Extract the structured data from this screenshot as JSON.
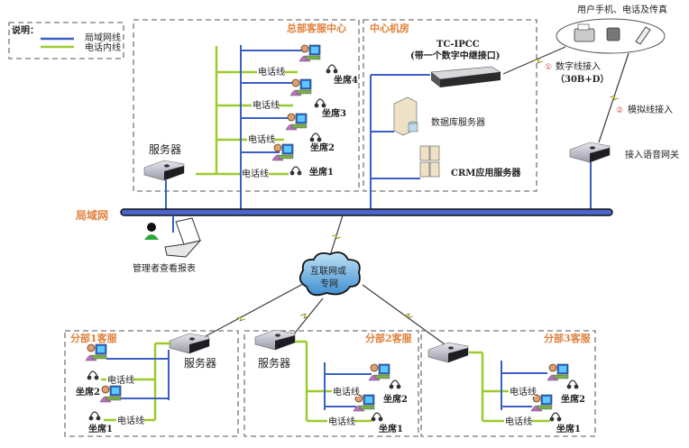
{
  "legend": {
    "title": "说明：",
    "items": [
      {
        "label": "局域网线",
        "color": "#3b5fc4"
      },
      {
        "label": "电话内线",
        "color": "#9ccb2c"
      }
    ]
  },
  "hq": {
    "title": "总部客服中心",
    "server_label": "服务器",
    "phone_line_label": "电话线",
    "seats": [
      "坐席4",
      "坐席3",
      "坐席2",
      "坐席1"
    ]
  },
  "datacenter": {
    "title": "中心机房",
    "ipcc_name": "TC-IPCC",
    "ipcc_desc": "(带一个数字中继接口)",
    "db_server": "数据库服务器",
    "crm_server": "CRM应用服务器"
  },
  "external": {
    "devices_label": "用户手机、电话及传真",
    "digital_num": "①",
    "digital_label": "数字线接入",
    "digital_spec": "（30B+D）",
    "analog_num": "②",
    "analog_label": "模拟线接入",
    "gateway_label": "接入语音网关"
  },
  "lan": {
    "label": "局域网",
    "manager_label": "管理者查看报表"
  },
  "cloud": {
    "line1": "互联网或",
    "line2": "专网"
  },
  "branches": [
    {
      "title": "分部1客服",
      "server_label": "服务器",
      "phone_line_label": "电话线",
      "seats": [
        "坐席2",
        "坐席1"
      ]
    },
    {
      "title": "分部2客服",
      "server_label": "服务器",
      "phone_line_label": "电话线",
      "seats": [
        "坐席2",
        "坐席1"
      ]
    },
    {
      "title": "分部3客服",
      "phone_line_label": "电话线",
      "seats": [
        "坐席2",
        "坐席1"
      ]
    }
  ],
  "colors": {
    "lan": "#3b5fc4",
    "phone": "#9ccb2c",
    "zone_title": "#e0803a",
    "lightning": "#f2e81c"
  }
}
